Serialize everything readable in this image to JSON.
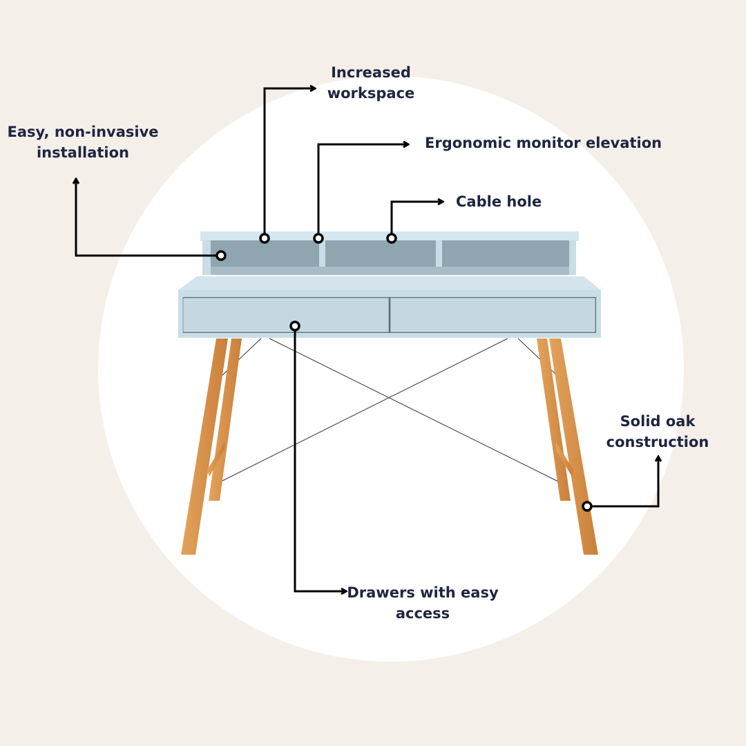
{
  "annotations": [
    {
      "id": "installation",
      "lines": [
        "Easy, non-invasive",
        "installation"
      ]
    },
    {
      "id": "workspace",
      "lines": [
        "Increased",
        "workspace"
      ]
    },
    {
      "id": "monitor",
      "lines": [
        "Ergonomic monitor elevation"
      ]
    },
    {
      "id": "cable",
      "lines": [
        "Cable hole"
      ]
    },
    {
      "id": "drawers",
      "lines": [
        "Drawers with easy",
        "access"
      ]
    },
    {
      "id": "oak",
      "lines": [
        "Solid oak",
        "construction"
      ]
    }
  ],
  "colors": {
    "background": "#f4efe9",
    "circle": "#ffffff",
    "text": "#1f2540",
    "desk": "#c9dde6",
    "wood": "#d8914a",
    "line": "#000000"
  }
}
